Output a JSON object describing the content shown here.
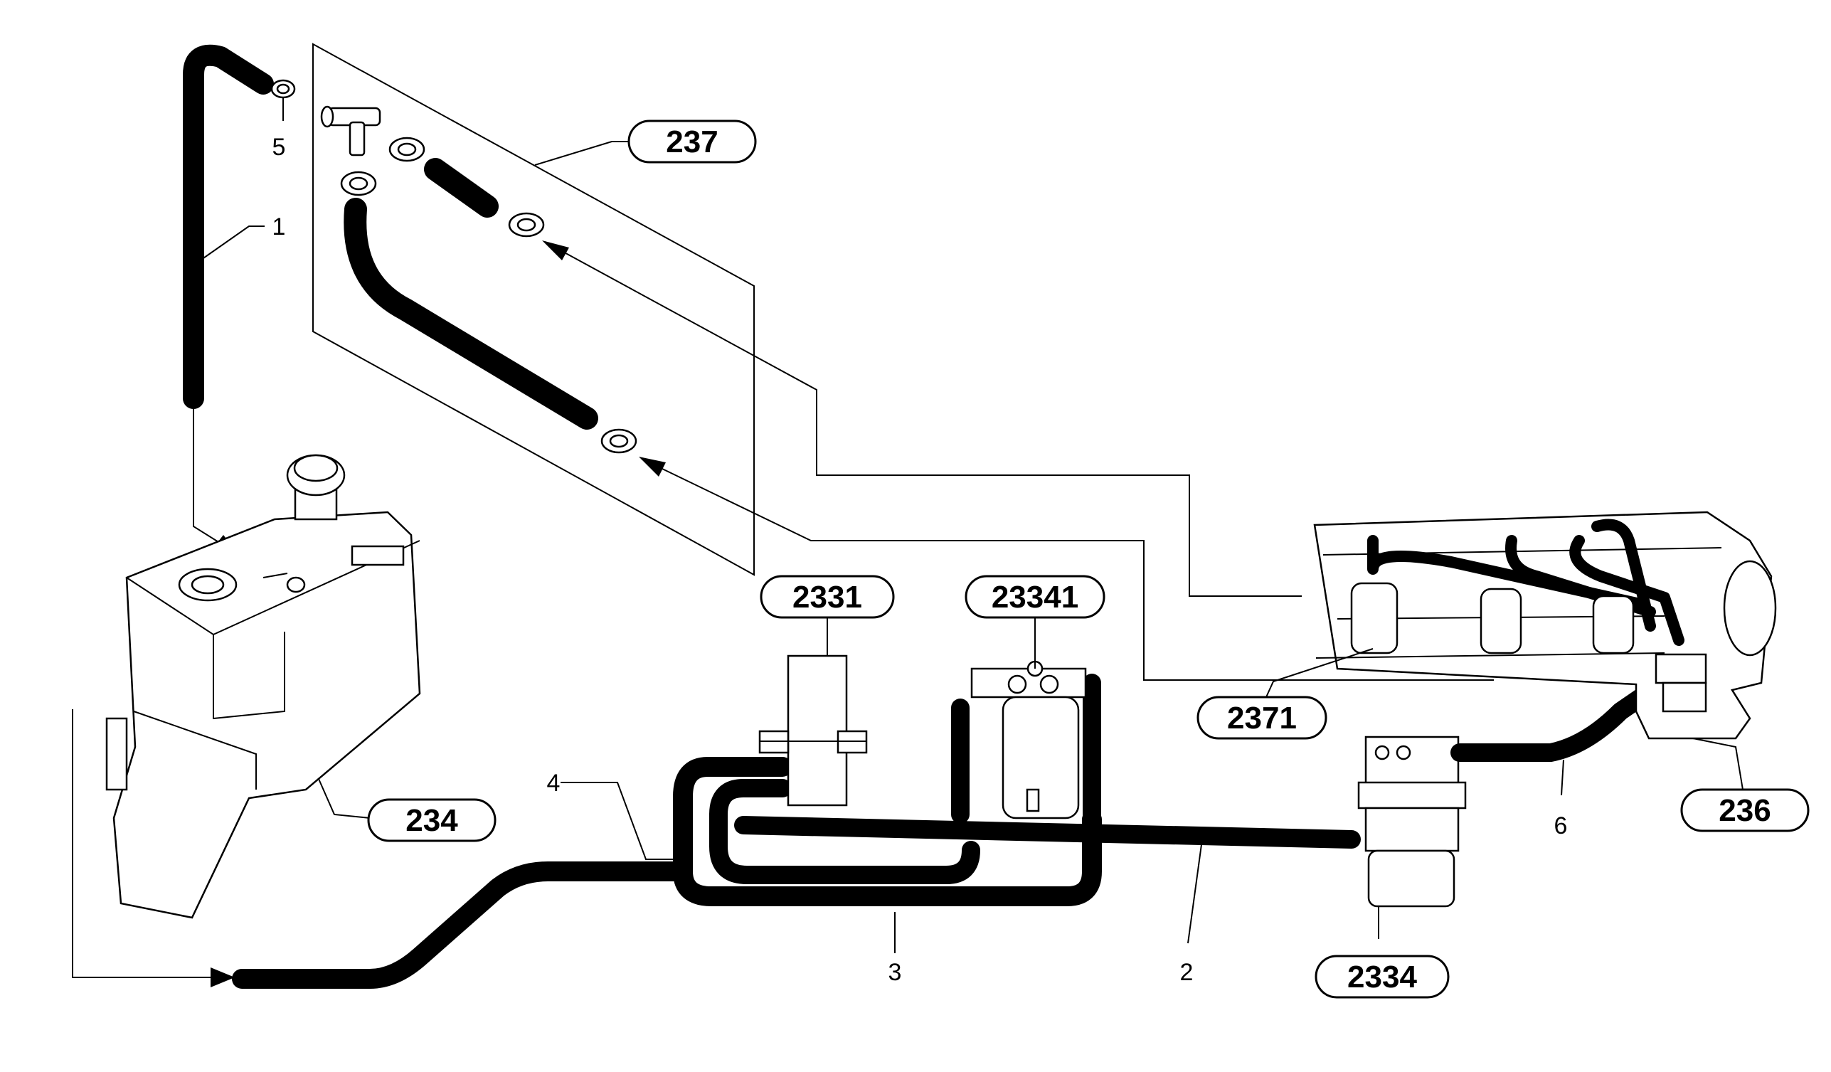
{
  "callouts": {
    "c237": "237",
    "c234": "234",
    "c2331": "2331",
    "c23341": "23341",
    "c2371": "2371",
    "c236": "236",
    "c2334": "2334"
  },
  "item_numbers": {
    "n1": "1",
    "n2": "2",
    "n3": "3",
    "n4": "4",
    "n5": "5",
    "n6": "6"
  }
}
